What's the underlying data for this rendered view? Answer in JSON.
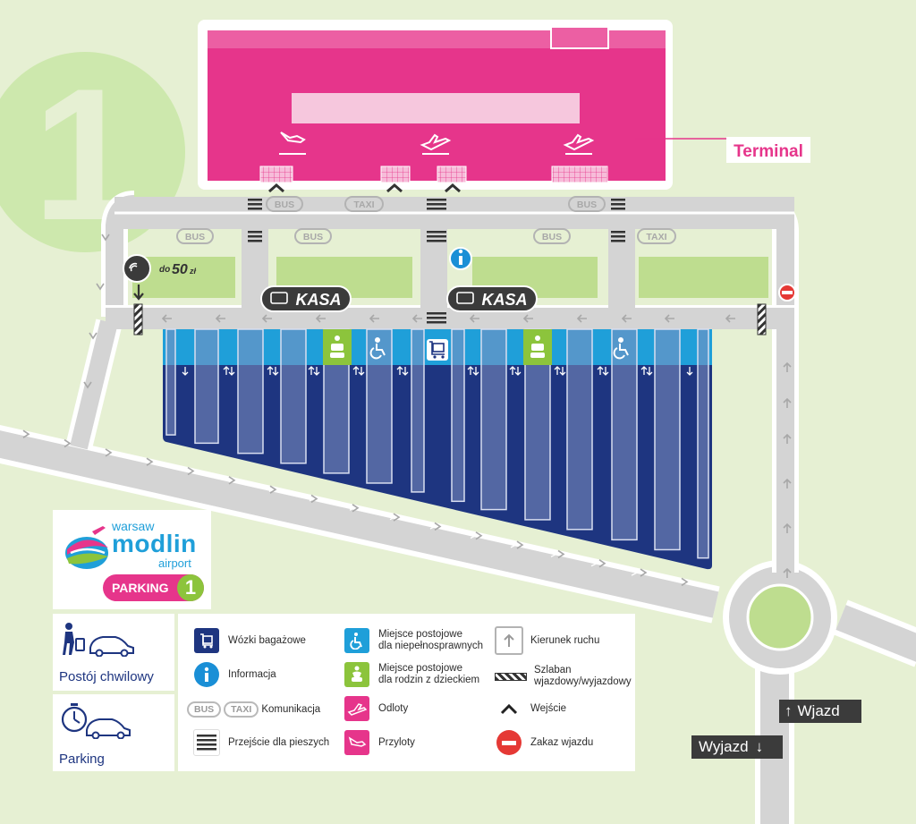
{
  "zone_number": "1",
  "terminal": {
    "label": "Terminal"
  },
  "road_pills": {
    "bus": "BUS",
    "taxi": "TAXI"
  },
  "cashier": {
    "label": "KASA"
  },
  "fee_sign": {
    "prefix": "do",
    "amount": "50",
    "unit": "zł"
  },
  "exit_sign": "Wyjazd",
  "entry_sign": "Wjazd",
  "logo": {
    "warsaw": "warsaw",
    "modlin": "modlin",
    "airport": "airport",
    "parking": "PARKING",
    "parking_number": "1"
  },
  "side_legend": {
    "short_stay": "Postój chwilowy",
    "parking": "Parking"
  },
  "legend": {
    "luggage_carts": "Wózki bagażowe",
    "information": "Informacja",
    "transport_bus": "BUS",
    "transport_taxi": "TAXI",
    "transport_label": "Komunikacja",
    "crossing": "Przejście dla pieszych",
    "disabled_1": "Miejsce postojowe",
    "disabled_2": "dla niepełnosprawnych",
    "family_1": "Miejsce postojowe",
    "family_2": "dla rodzin z dzieckiem",
    "departures": "Odloty",
    "arrivals": "Przyloty",
    "traffic_direction": "Kierunek ruchu",
    "barrier_1": "Szlaban",
    "barrier_2": "wjazdowy/wyjazdowy",
    "entrance": "Wejście",
    "no_entry": "Zakaz wjazdu"
  },
  "colors": {
    "grass": "#e6f0d3",
    "terminal_pink": "#e6358b",
    "road_gray": "#d4d4d4",
    "parking_navy": "#1e3580",
    "parking_cyan": "#1f9fd9",
    "family_green": "#8cc43c",
    "lawn_green": "#bedd8f",
    "sign_dark": "#3b3b3b",
    "no_entry_red": "#e53935"
  }
}
